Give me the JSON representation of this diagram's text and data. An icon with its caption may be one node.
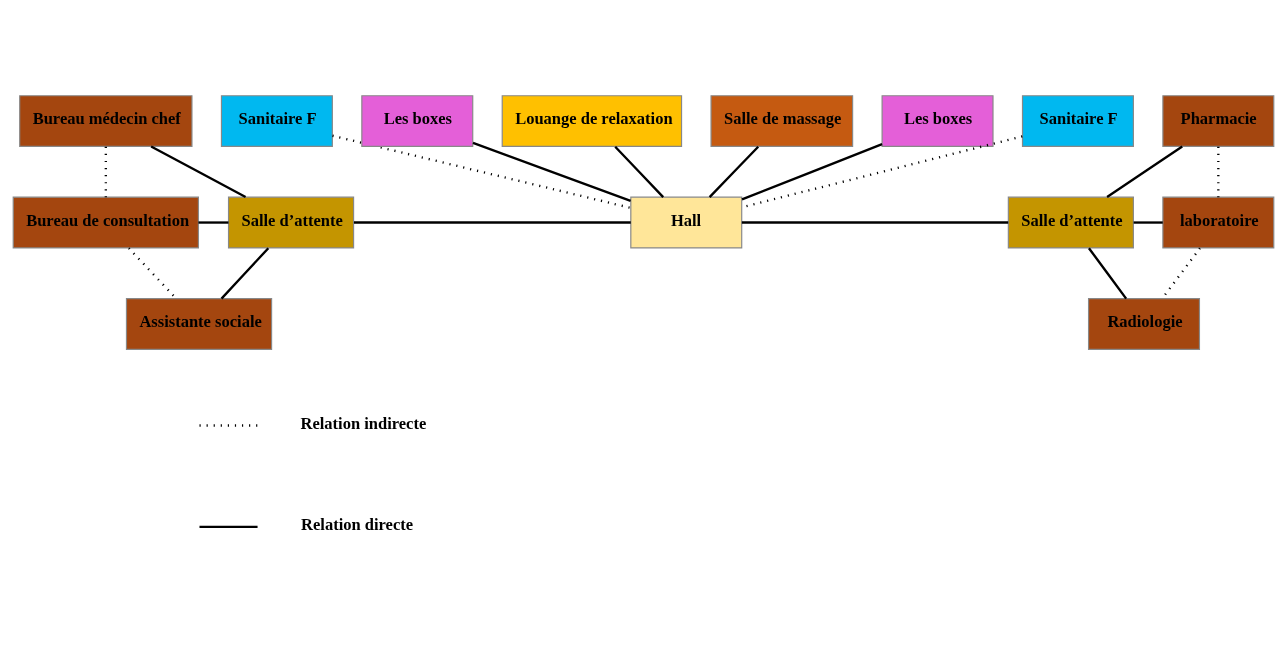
{
  "diagram": {
    "nodes": [
      {
        "text": [
          "Les boxes"
        ]
      },
      {
        "text": [
          "Louange de relaxation"
        ]
      },
      {
        "text": [
          "Salle de massage"
        ]
      },
      {
        "text": [
          "Les boxes"
        ]
      },
      {
        "text": [
          "Sanitaire F"
        ]
      },
      {
        "text": [
          "Sanitaire F"
        ]
      },
      {
        "text": [
          "Bureau médecin chef"
        ]
      },
      {
        "text": [
          "Bureau de consultation"
        ]
      },
      {
        "text": [
          "Assistante sociale"
        ]
      },
      {
        "text": [
          "Salle d’attente"
        ]
      },
      {
        "text": [
          "Hall"
        ]
      },
      {
        "text": [
          "Salle d’attente"
        ]
      },
      {
        "text": [
          "Pharmacie"
        ]
      },
      {
        "text": [
          "laboratoire"
        ]
      },
      {
        "text": [
          "Radiologie"
        ]
      }
    ],
    "edges": [
      {
        "from": 4,
        "to": 10,
        "arrow": "none",
        "style": "dashed"
      },
      {
        "from": 0,
        "to": 10,
        "arrow": "none"
      },
      {
        "from": 1,
        "to": 10,
        "arrow": "none"
      },
      {
        "from": 2,
        "to": 10,
        "arrow": "none"
      },
      {
        "from": 3,
        "to": 10,
        "arrow": "none"
      },
      {
        "from": 5,
        "to": 10,
        "arrow": "none",
        "style": "dashed"
      },
      {
        "from": 6,
        "to": 9,
        "arrow": "none"
      },
      {
        "from": 7,
        "to": 9,
        "arrow": "none"
      },
      {
        "from": 8,
        "to": 9,
        "arrow": "none"
      },
      {
        "from": 6,
        "to": 7,
        "arrow": "none",
        "style": "dashed"
      },
      {
        "from": 7,
        "to": 8,
        "arrow": "none",
        "style": "dashed"
      },
      {
        "from": 9,
        "to": 10,
        "arrow": "none"
      },
      {
        "from": 10,
        "to": 11,
        "arrow": "none"
      },
      {
        "from": 11,
        "to": 12,
        "arrow": "none"
      },
      {
        "from": 11,
        "to": 13,
        "arrow": "none"
      },
      {
        "from": 11,
        "to": 14,
        "arrow": "none"
      },
      {
        "from": 12,
        "to": 13,
        "arrow": "none",
        "style": "dashed"
      },
      {
        "from": 13,
        "to": 14,
        "arrow": "none",
        "style": "dashed"
      }
    ],
    "legend": [
      {
        "text": "Relation indirecte"
      },
      {
        "text": "Relation directe"
      }
    ]
  }
}
